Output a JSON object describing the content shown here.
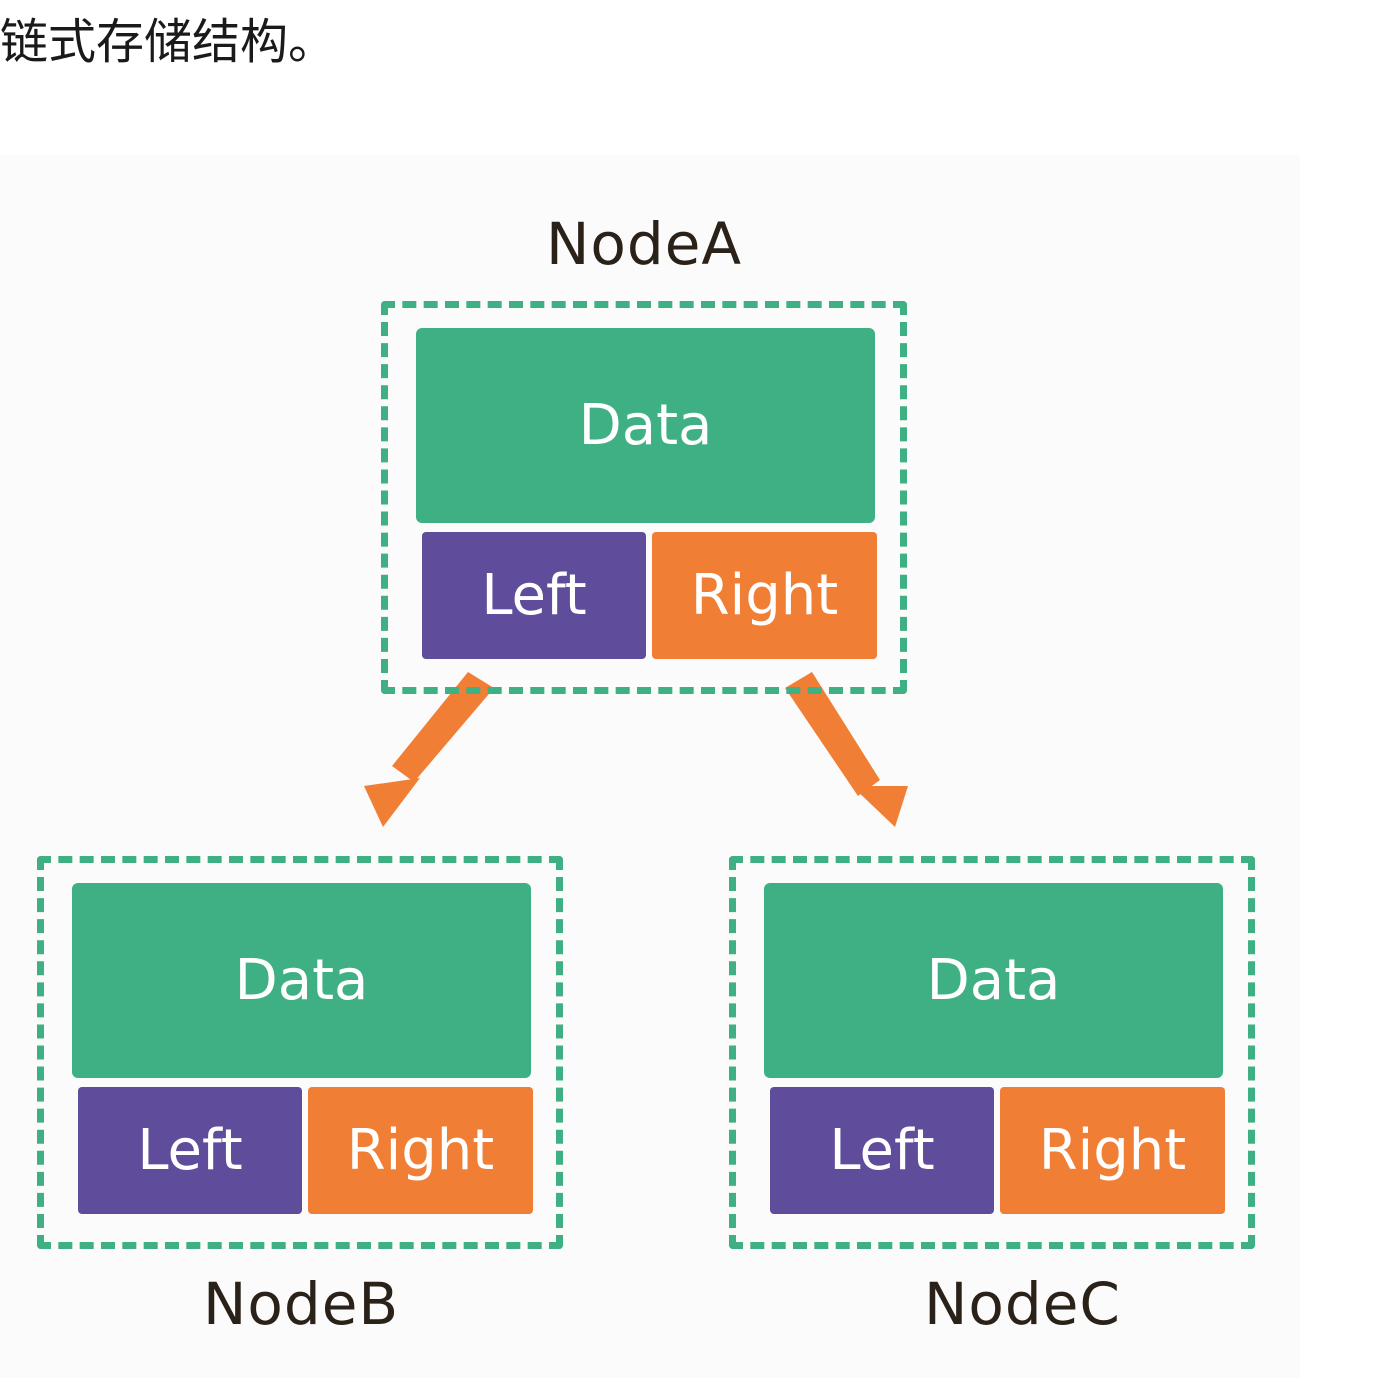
{
  "page": {
    "text": "链式存储结构。"
  },
  "diagram": {
    "nodes": [
      {
        "id": "nodeA",
        "title": "NodeA",
        "data_label": "Data",
        "left_label": "Left",
        "right_label": "Right"
      },
      {
        "id": "nodeB",
        "title": "NodeB",
        "data_label": "Data",
        "left_label": "Left",
        "right_label": "Right"
      },
      {
        "id": "nodeC",
        "title": "NodeC",
        "data_label": "Data",
        "left_label": "Left",
        "right_label": "Right"
      }
    ],
    "edges": [
      {
        "from": "nodeA",
        "to": "nodeB"
      },
      {
        "from": "nodeA",
        "to": "nodeC"
      }
    ],
    "colors": {
      "data": "#3fb083",
      "left": "#5f4c9a",
      "right": "#f07f35",
      "frame": "#3fb083",
      "arrow": "#f07f35",
      "title_text": "#2a2119",
      "box_text": "#ffffff"
    }
  }
}
